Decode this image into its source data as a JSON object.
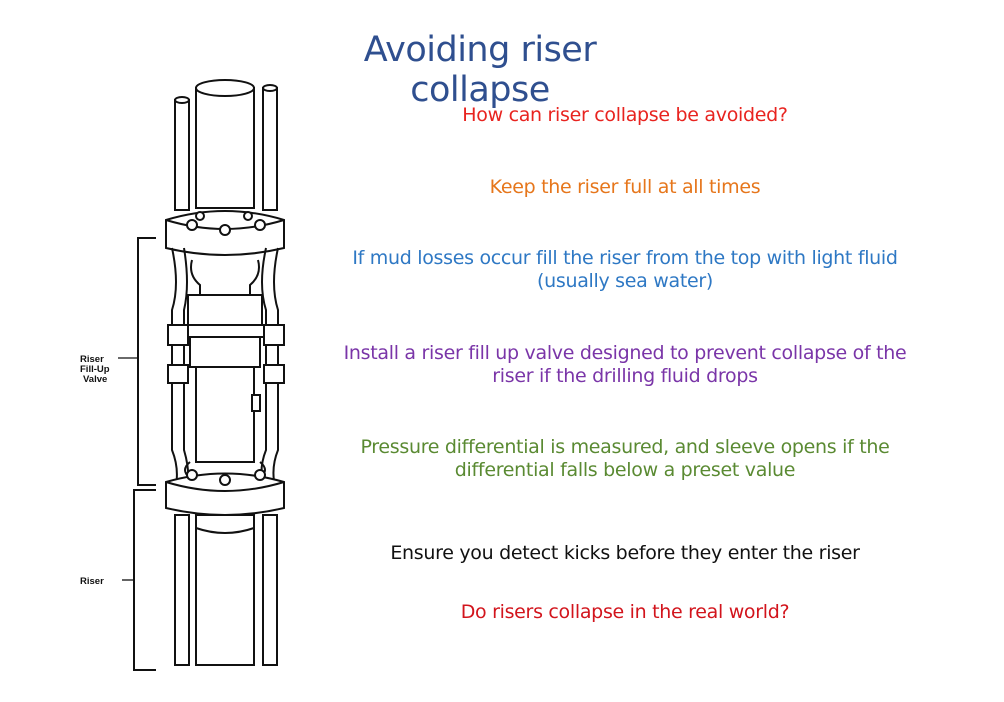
{
  "title": "Avoiding riser collapse",
  "bullets": [
    {
      "text": "How can riser collapse be avoided?",
      "color": "#e8231f"
    },
    {
      "text": "Keep the riser full at all times",
      "color": "#e6761b"
    },
    {
      "text": "If mud losses occur fill the riser from the top with light fluid (usually sea water)",
      "color": "#2e78c4"
    },
    {
      "text": "Install a riser fill up valve designed to prevent collapse of the riser if the drilling fluid drops",
      "color": "#7a35a8"
    },
    {
      "text": "Pressure differential is measured, and sleeve opens if the differential falls below a preset value",
      "color": "#5a8a32"
    },
    {
      "text": "Ensure you detect kicks before they enter the riser",
      "color": "#111111"
    },
    {
      "text": "Do risers collapse in the real world?",
      "color": "#d2141c"
    }
  ],
  "diagram": {
    "label_valve": [
      "Riser",
      "Fill-Up",
      "Valve"
    ],
    "label_riser": "Riser"
  }
}
